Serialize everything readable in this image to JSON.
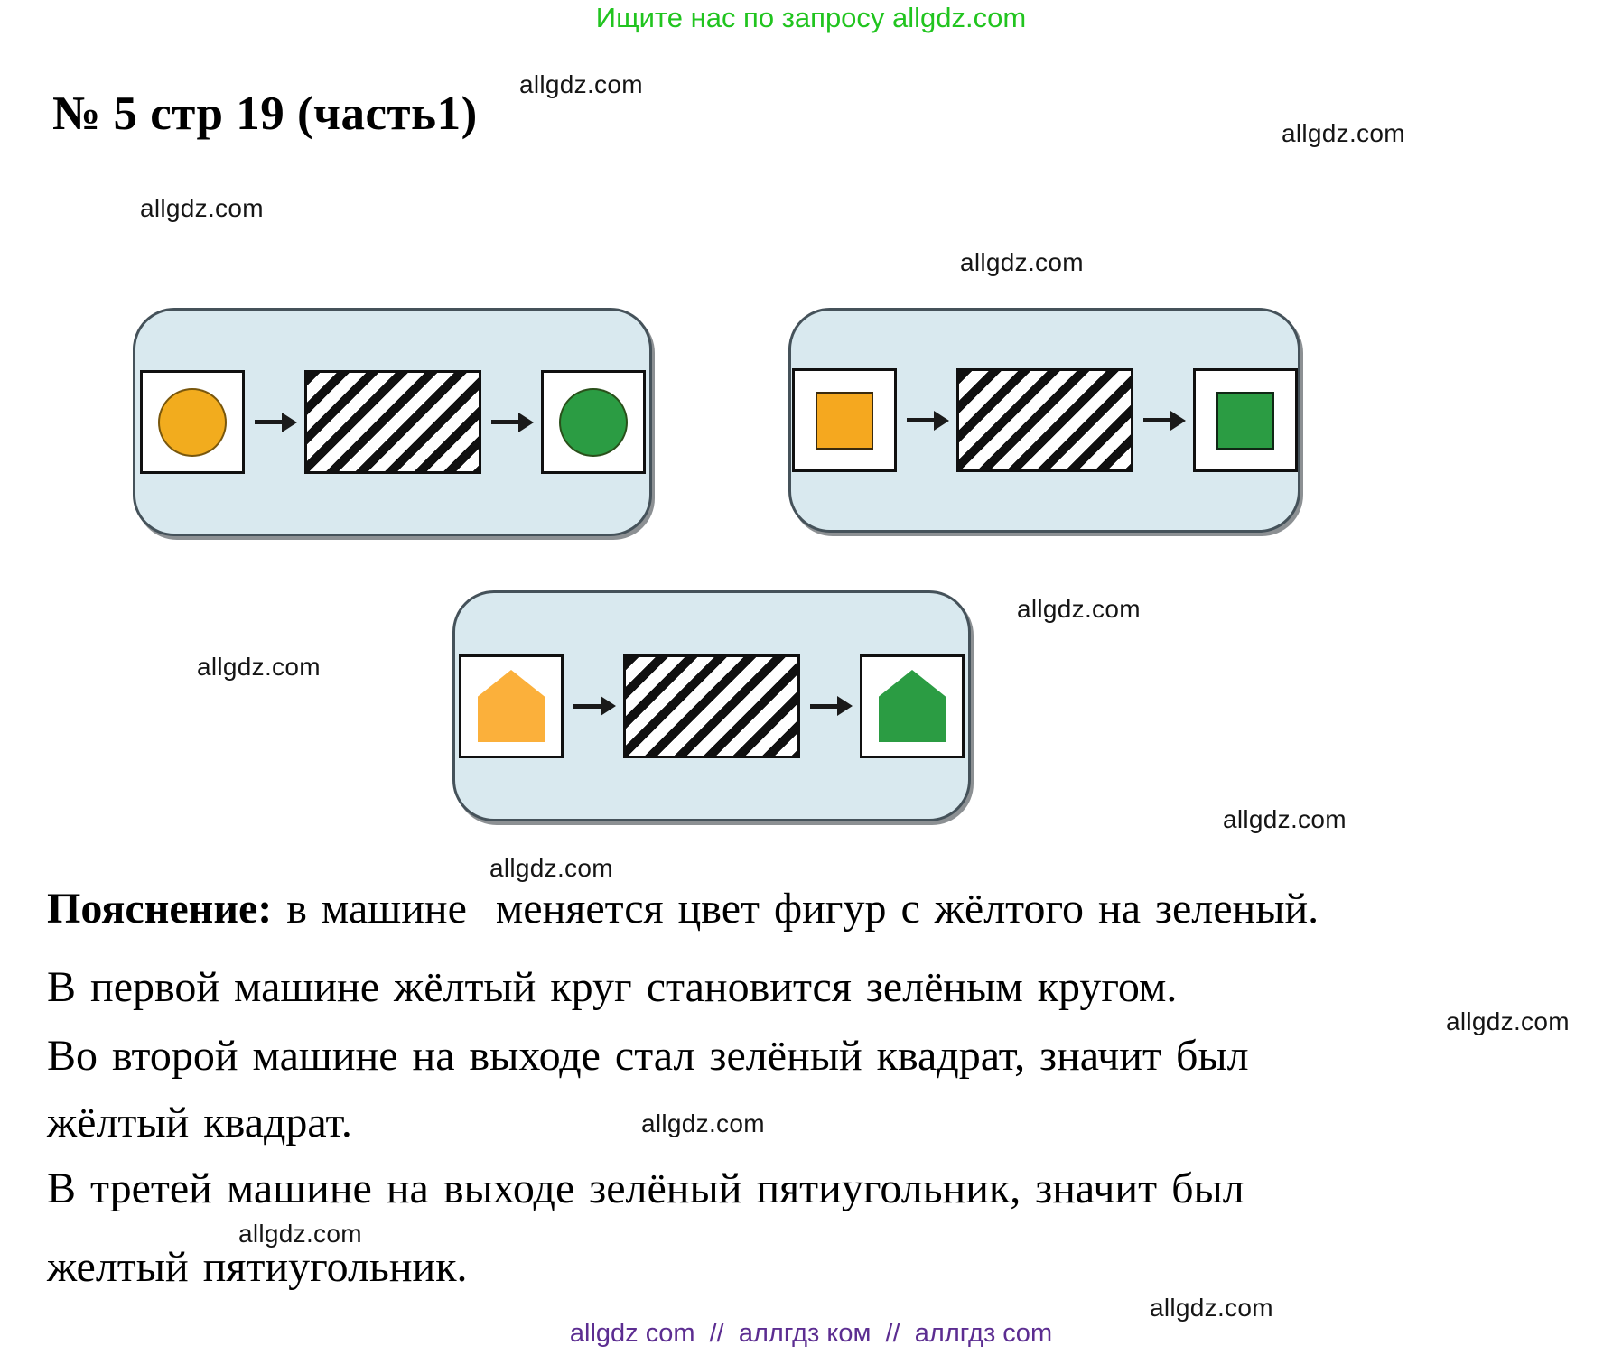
{
  "promo": {
    "text": "Ищите нас по запросу allgdz.com"
  },
  "title": "№ 5 стр 19 (часть1)",
  "watermark": "allgdz.com",
  "machines": [
    {
      "name": "machine-1",
      "input": {
        "shape": "circle",
        "color": "#F2AC1E"
      },
      "output": {
        "shape": "circle",
        "color": "#2B9C43"
      }
    },
    {
      "name": "machine-2",
      "input": {
        "shape": "square",
        "color": "#F5A81F"
      },
      "output": {
        "shape": "square",
        "color": "#2B9C43"
      }
    },
    {
      "name": "machine-3",
      "input": {
        "shape": "pentagon",
        "color": "#FBB03B"
      },
      "output": {
        "shape": "pentagon",
        "color": "#2B9C43"
      }
    }
  ],
  "explanation": {
    "lead": "Пояснение:",
    "lines": [
      " в машине  меняется цвет фигур с жёлтого на зеленый.",
      "В первой машине жёлтый круг становится зелёным кругом.",
      "Во второй машине на выходе стал зелёный квадрат, значит был",
      "жёлтый квадрат.",
      "В третей машине на выходе зелёный пятиугольник, значит был",
      "желтый пятиугольник."
    ]
  },
  "footer": {
    "text": "allgdz com  //  аллгдз ком  //  аллгдз com"
  },
  "colors": {
    "promo_green": "#21C41F",
    "footer_purple": "#5C2D91",
    "machine_fill": "#D9E9EF",
    "machine_border": "#45525A",
    "yellow": "#F5A81F",
    "green": "#2B9C43"
  }
}
